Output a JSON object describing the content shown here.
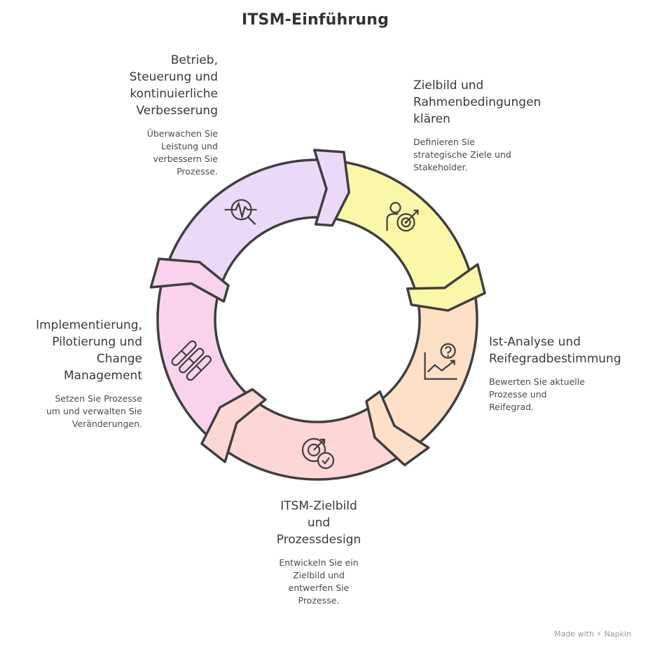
{
  "title": "ITSM-Einführung",
  "colors": {
    "outline": "#3f3f3f",
    "plan": "#fbf7a8",
    "analyse": "#fde0c6",
    "design": "#fdd6d6",
    "impl": "#f9d3ee",
    "betrieb": "#ecd9fa"
  },
  "steps": [
    {
      "id": "plan",
      "title_lines": [
        "Zielbild und",
        "Rahmenbedingungen",
        "klären"
      ],
      "desc_lines": [
        "Definieren Sie",
        "strategische Ziele und",
        "Stakeholder."
      ],
      "icon": "target-person-icon"
    },
    {
      "id": "analyse",
      "title_lines": [
        "Ist-Analyse und",
        "Reifegradbestimmung"
      ],
      "desc_lines": [
        "Bewerten Sie aktuelle",
        "Prozesse und",
        "Reifegrad."
      ],
      "icon": "chart-question-icon"
    },
    {
      "id": "design",
      "title_lines": [
        "ITSM-Zielbild",
        "und",
        "Prozessdesign"
      ],
      "desc_lines": [
        "Entwickeln Sie ein",
        "Zielbild und",
        "entwerfen Sie",
        "Prozesse."
      ],
      "icon": "target-check-icon"
    },
    {
      "id": "impl",
      "title_lines": [
        "Implementierung,",
        "Pilotierung und",
        "Change",
        "Management"
      ],
      "desc_lines": [
        "Setzen Sie Prozesse",
        "um und verwalten Sie",
        "Veränderungen."
      ],
      "icon": "capsules-icon"
    },
    {
      "id": "betrieb",
      "title_lines": [
        "Betrieb,",
        "Steuerung und",
        "kontinuierliche",
        "Verbesserung"
      ],
      "desc_lines": [
        "Überwachen Sie",
        "Leistung und",
        "verbessern Sie",
        "Prozesse."
      ],
      "icon": "monitor-pulse-icon"
    }
  ],
  "footer": "Made with ⚡ Napkin"
}
